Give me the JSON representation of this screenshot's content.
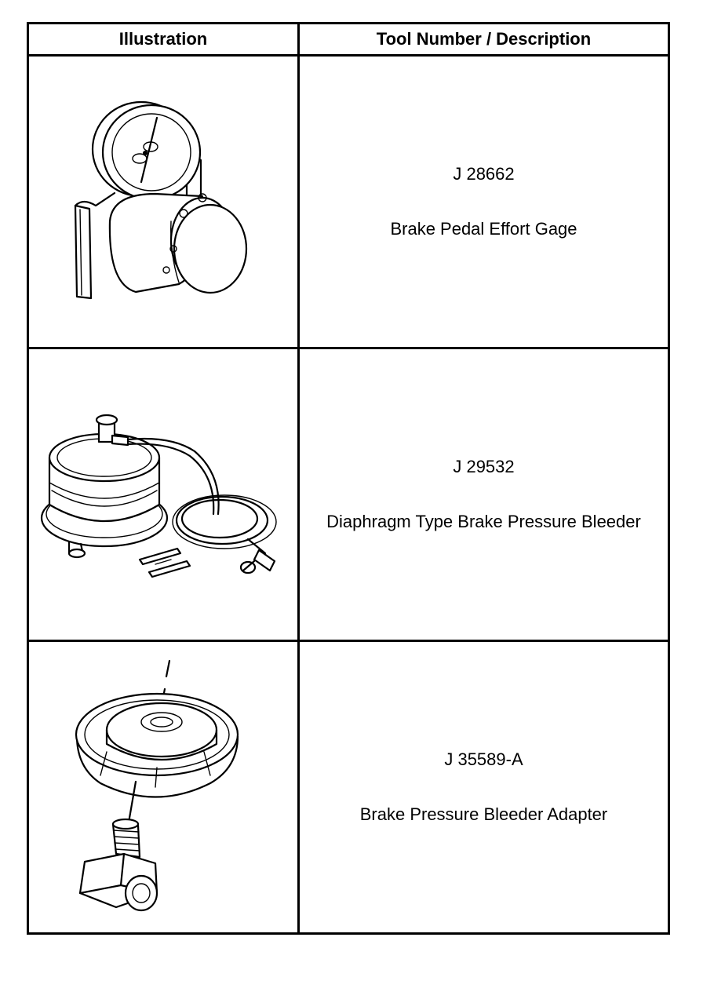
{
  "table": {
    "headers": {
      "illustration": "Illustration",
      "tool": "Tool Number / Description"
    },
    "rows": [
      {
        "tool_number": "J 28662",
        "description": "Brake Pedal Effort Gage",
        "illustration_icon": "brake-pedal-effort-gage-icon"
      },
      {
        "tool_number": "J 29532",
        "description": "Diaphragm Type Brake Pressure Bleeder",
        "illustration_icon": "diaphragm-pressure-bleeder-icon"
      },
      {
        "tool_number": "J 35589-A",
        "description": "Brake Pressure Bleeder Adapter",
        "illustration_icon": "bleeder-adapter-icon"
      }
    ]
  }
}
